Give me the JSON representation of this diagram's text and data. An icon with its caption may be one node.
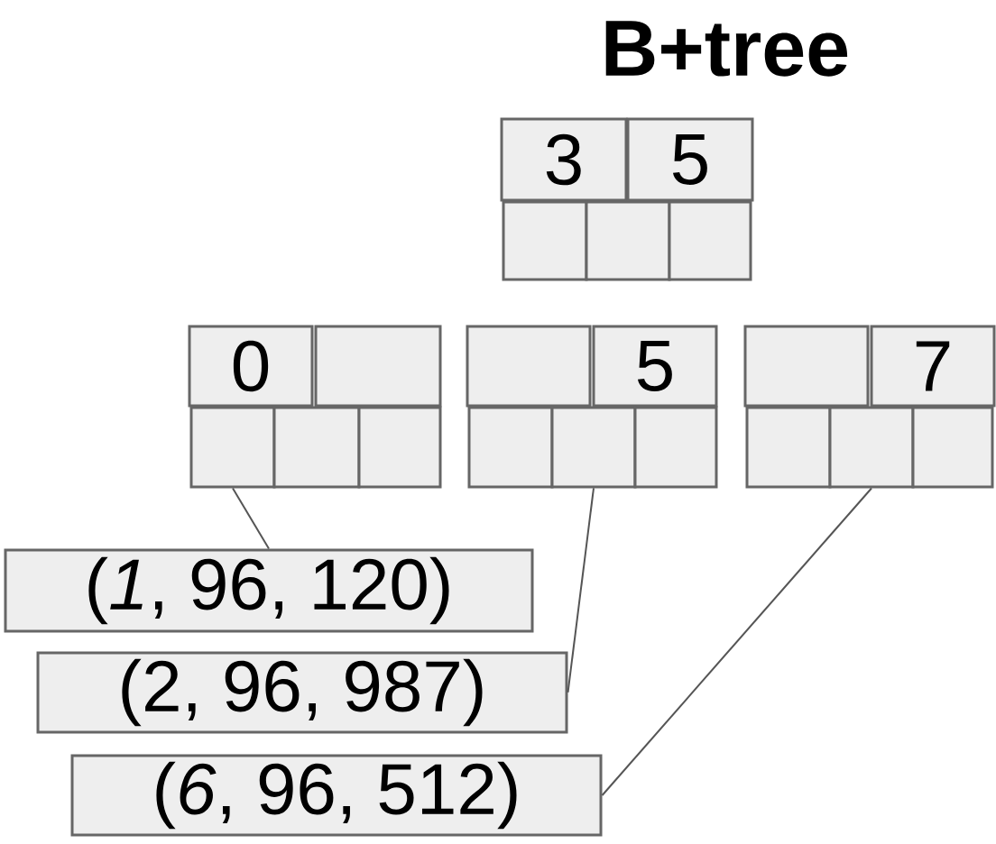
{
  "diagram": {
    "title": "B+tree",
    "nodes": [
      {
        "text": [
          "3"
        ]
      },
      {
        "text": [
          "5"
        ]
      },
      {
        "text": [],
        "shape": "box"
      },
      {
        "text": [],
        "shape": "box"
      },
      {
        "text": [],
        "shape": "box"
      },
      {
        "text": [
          "0"
        ]
      },
      {
        "text": [],
        "shape": "box"
      },
      {
        "text": [],
        "shape": "box"
      },
      {
        "text": [],
        "shape": "box"
      },
      {
        "text": [],
        "shape": "box"
      },
      {
        "text": [],
        "shape": "box"
      },
      {
        "text": [
          "5"
        ]
      },
      {
        "text": [],
        "shape": "box"
      },
      {
        "text": [],
        "shape": "box"
      },
      {
        "text": [],
        "shape": "box"
      },
      {
        "text": [],
        "shape": "box"
      },
      {
        "text": [
          "7"
        ]
      },
      {
        "text": [],
        "shape": "box"
      },
      {
        "text": [],
        "shape": "box"
      },
      {
        "text": [],
        "shape": "box"
      },
      {
        "text": [
          "(*1*, 96, 120)"
        ]
      },
      {
        "text": [
          "(2, 96, 987)"
        ]
      },
      {
        "text": [
          "(*6*, 96, 512)"
        ]
      }
    ],
    "edges": [
      {
        "from": 7,
        "to": 20,
        "arrow": "none"
      },
      {
        "from": 13,
        "to": 21,
        "arrow": "none"
      },
      {
        "from": 18,
        "to": 22,
        "arrow": "none"
      }
    ]
  }
}
